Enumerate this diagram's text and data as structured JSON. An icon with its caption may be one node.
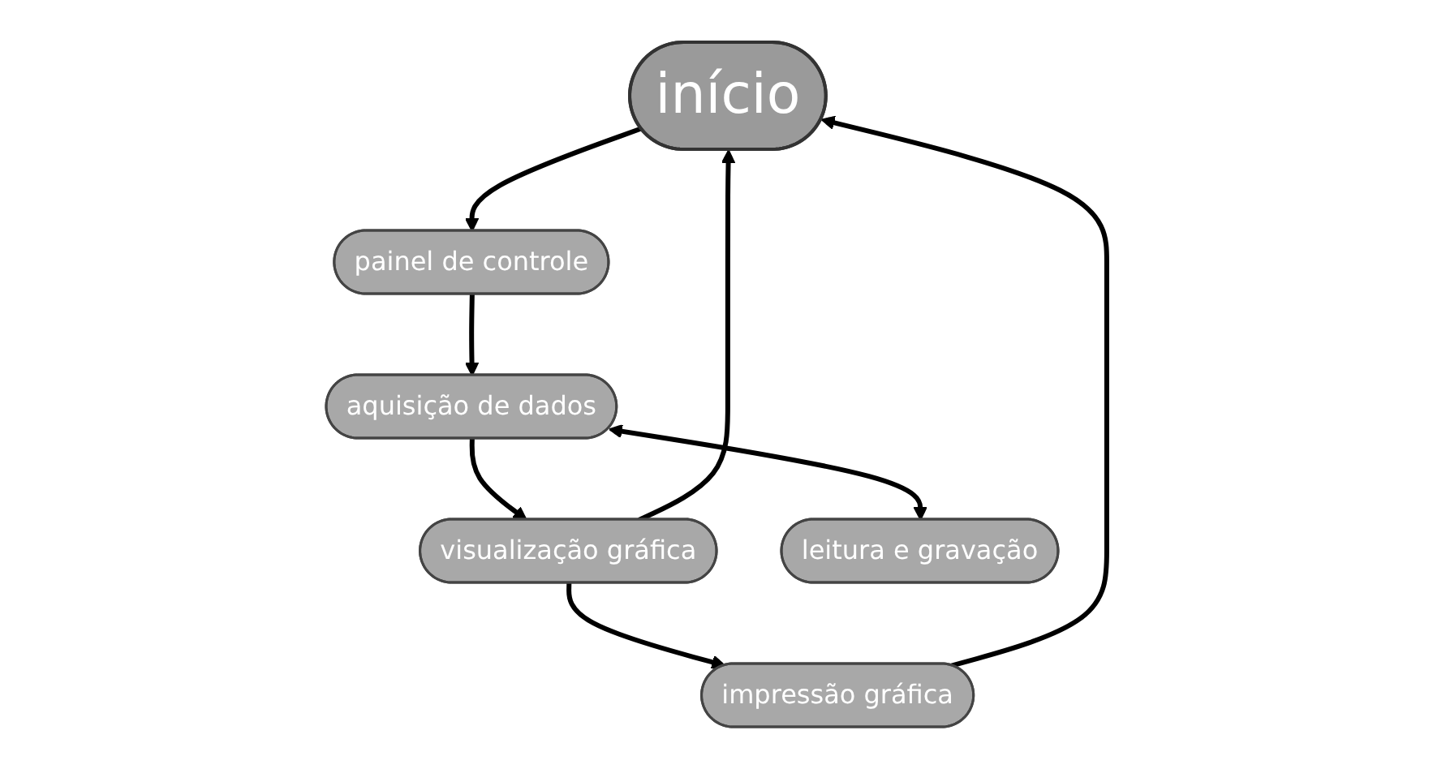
{
  "diagram": {
    "nodes": [
      {
        "text": [
          "início"
        ]
      },
      {
        "text": [
          "painel de controle"
        ]
      },
      {
        "text": [
          "aquisição de dados"
        ]
      },
      {
        "text": [
          "visualização gráfica"
        ]
      },
      {
        "text": [
          "impressão gráfica"
        ]
      },
      {
        "text": [
          "leitura e gravação"
        ]
      }
    ],
    "edges": [
      {
        "from": 0,
        "to": 1,
        "arrow": "to"
      },
      {
        "from": 1,
        "to": 2,
        "arrow": "to"
      },
      {
        "from": 2,
        "to": 3,
        "arrow": "to"
      },
      {
        "from": 3,
        "to": 4,
        "arrow": "to"
      },
      {
        "from": 3,
        "to": 0,
        "arrow": "to"
      },
      {
        "from": 4,
        "to": 0,
        "arrow": "to"
      },
      {
        "from": 2,
        "to": 5,
        "arrow": "both"
      }
    ]
  }
}
